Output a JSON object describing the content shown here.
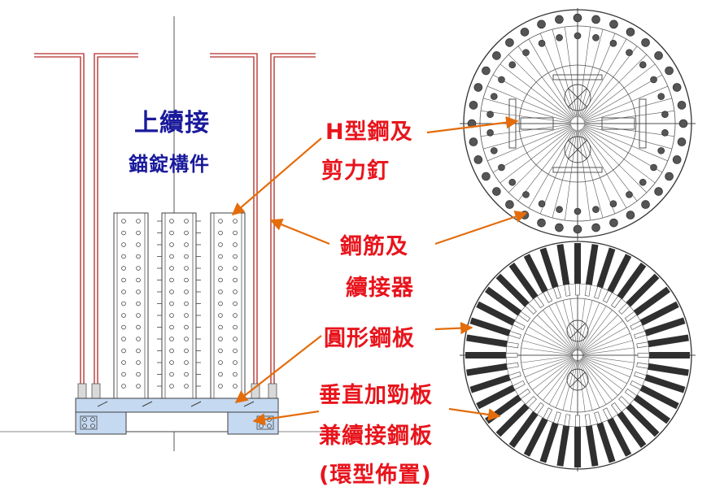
{
  "colors": {
    "label_red": "#e8141c",
    "label_blue": "#1a1a9c",
    "arrow": "#e46c0a",
    "rebar": "#c0504d",
    "base_fill": "#c5d9f1",
    "line": "#404040"
  },
  "labels": {
    "upper_splice": "上續接",
    "anchor_member": "錨錠構件",
    "h_steel_line1": "H型鋼及",
    "h_steel_line2": "剪力釘",
    "rebar_line1": "鋼筋及",
    "rebar_line2": "續接器",
    "circular_plate": "圓形鋼板",
    "stiffener_line1": "垂直加勁板",
    "stiffener_line2": "兼續接鋼板",
    "stiffener_line3": "(環型佈置)"
  },
  "icons": {
    "arrow": "arrow-icon",
    "stud": "shear-stud-icon",
    "coupler": "coupler-icon"
  }
}
